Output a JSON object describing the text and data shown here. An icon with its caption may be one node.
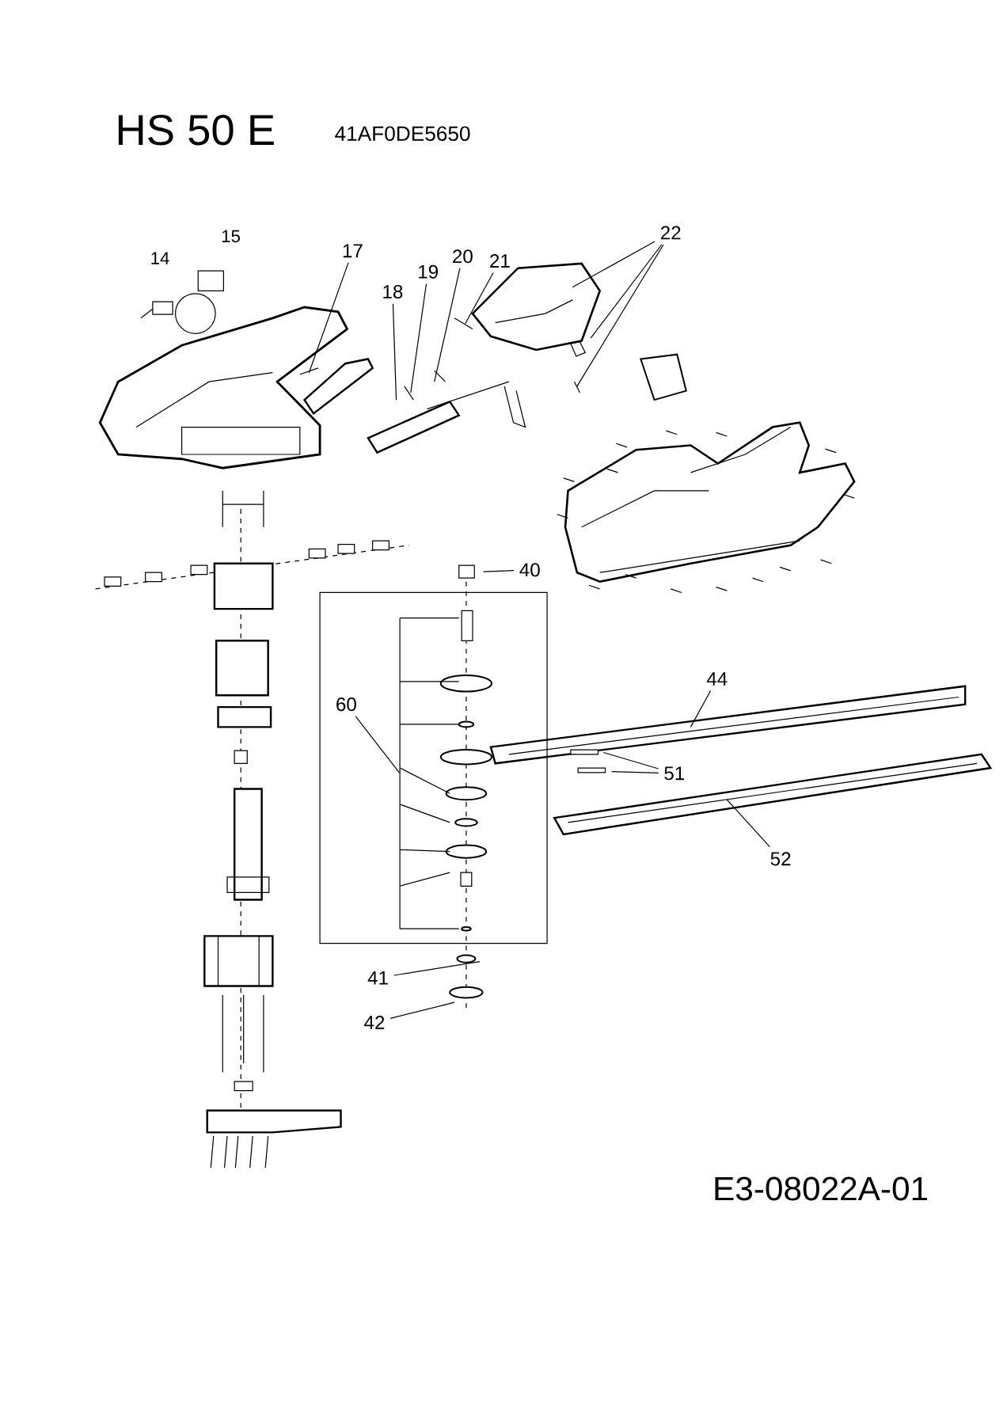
{
  "diagram": {
    "title": "HS 50 E",
    "nodes": [
      {
        "text": [
          "17"
        ]
      },
      {
        "text": [
          "18"
        ]
      },
      {
        "text": [
          "19"
        ]
      },
      {
        "text": [
          "20"
        ]
      },
      {
        "text": [
          "21"
        ]
      },
      {
        "text": [
          "22"
        ]
      },
      {
        "text": [
          "40"
        ]
      },
      {
        "text": [
          "44"
        ]
      },
      {
        "text": [
          "60"
        ]
      },
      {
        "text": [
          "51"
        ]
      },
      {
        "text": [
          "52"
        ]
      },
      {
        "text": [
          "41"
        ]
      },
      {
        "text": [
          "42"
        ]
      },
      {
        "text": [],
        "shape": "bracket"
      }
    ],
    "edges": [
      {
        "from": 0,
        "to": null,
        "arrow": "none"
      },
      {
        "from": 1,
        "to": null,
        "arrow": "none"
      },
      {
        "from": 2,
        "to": null,
        "arrow": "none"
      },
      {
        "from": 3,
        "to": null,
        "arrow": "none"
      },
      {
        "from": 4,
        "to": null,
        "arrow": "none"
      },
      {
        "from": 5,
        "to": null,
        "arrow": "none"
      },
      {
        "from": 5,
        "to": null,
        "arrow": "none"
      },
      {
        "from": 5,
        "to": null,
        "arrow": "none"
      },
      {
        "from": 6,
        "to": null,
        "arrow": "none"
      },
      {
        "from": 7,
        "to": null,
        "arrow": "none"
      },
      {
        "from": 8,
        "to": 13,
        "arrow": "none"
      },
      {
        "from": 9,
        "to": null,
        "arrow": "none"
      },
      {
        "from": 9,
        "to": null,
        "arrow": "none"
      },
      {
        "from": 10,
        "to": null,
        "arrow": "none"
      },
      {
        "from": 11,
        "to": null,
        "arrow": "none"
      },
      {
        "from": 12,
        "to": null,
        "arrow": "none"
      }
    ],
    "labels": [
      "41AF0DE5650",
      "14",
      "15",
      "E3-08022A-01"
    ]
  }
}
